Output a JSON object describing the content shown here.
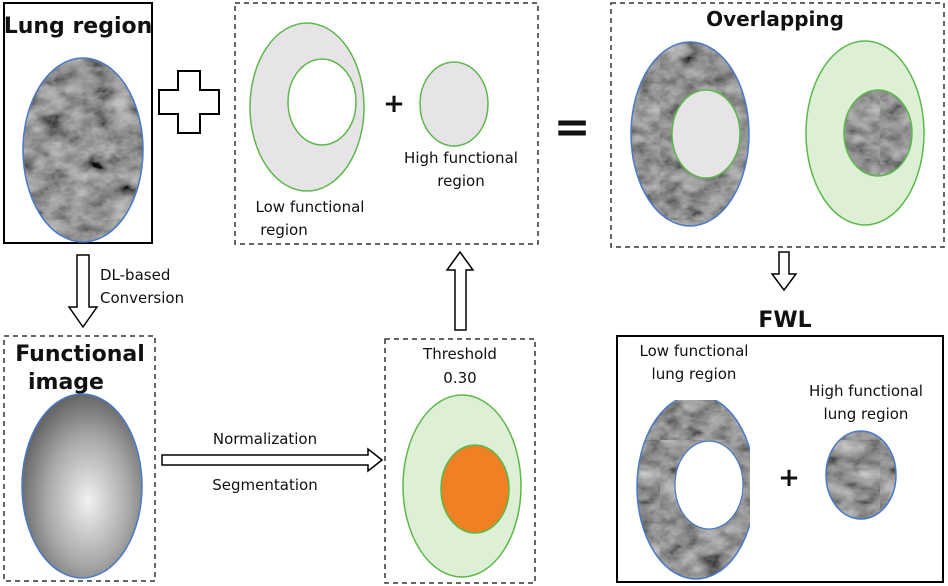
{
  "lung_region": {
    "title": "Lung region"
  },
  "conversion_arrow": {
    "line1": "DL-based",
    "line2": "Conversion"
  },
  "functional_image": {
    "line1": "Functional",
    "line2": "image"
  },
  "processing_arrow": {
    "top": "Normalization",
    "bottom": "Segmentation"
  },
  "threshold_panel": {
    "line1": "Threshold",
    "line2": "0.30"
  },
  "regions_panel": {
    "low_line1": "Low functional",
    "low_line2": "region",
    "plus": "+",
    "high_line1": "High functional",
    "high_line2": "region"
  },
  "equals": "=",
  "overlapping_panel": {
    "title": "Overlapping"
  },
  "fwl": {
    "title": "FWL",
    "low_line1": "Low functional",
    "low_line2": "lung region",
    "plus": "+",
    "high_line1": "High functional",
    "high_line2": "lung region"
  },
  "colors": {
    "lung_outline": "#4a79c9",
    "region_outline": "#5cb84a",
    "region_fill_grey": "#e6e4e6",
    "region_fill_green": "#ddf0d6",
    "high_region_fill": "#f08024",
    "ct_texture": "#4f4f4f"
  }
}
